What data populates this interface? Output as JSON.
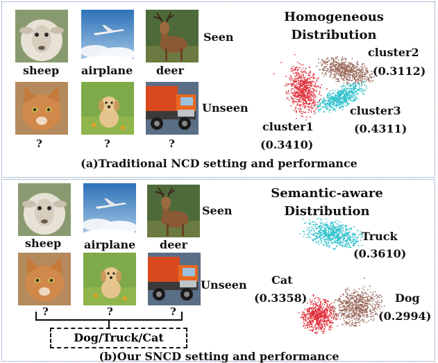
{
  "panel_a": {
    "seen_images": [
      {
        "icon": "sheep-photo",
        "label": "sheep"
      },
      {
        "icon": "airplane-photo",
        "label": "airplane"
      },
      {
        "icon": "deer-photo",
        "label": "deer"
      }
    ],
    "seen_label": "Seen",
    "unseen_images": [
      {
        "icon": "cat-photo",
        "label": "?"
      },
      {
        "icon": "dog-photo",
        "label": "?"
      },
      {
        "icon": "truck-photo",
        "label": "?"
      }
    ],
    "unseen_label": "Unseen",
    "dist_title_line1": "Homogeneous",
    "dist_title_line2": "Distribution",
    "clusters": [
      {
        "name": "cluster1",
        "score": "(0.3410)",
        "color": "#e0313c"
      },
      {
        "name": "cluster2",
        "score": "(0.3112)",
        "color": "#9a6a5c"
      },
      {
        "name": "cluster3",
        "score": "(0.4311)",
        "color": "#2ec0cc"
      }
    ],
    "caption": "(a)Traditional  NCD setting and performance"
  },
  "panel_b": {
    "seen_images": [
      {
        "icon": "sheep-photo",
        "label": "sheep"
      },
      {
        "icon": "airplane-photo",
        "label": "airplane"
      },
      {
        "icon": "deer-photo",
        "label": "deer"
      }
    ],
    "seen_label": "Seen",
    "unseen_images": [
      {
        "icon": "cat-photo",
        "label": "?"
      },
      {
        "icon": "dog-photo",
        "label": "?"
      },
      {
        "icon": "truck-photo",
        "label": "?"
      }
    ],
    "unseen_label": "Unseen",
    "group_label": "Dog/Truck/Cat",
    "dist_title_line1": "Semantic-aware",
    "dist_title_line2": "Distribution",
    "clusters": [
      {
        "name": "Truck",
        "score": "(0.3610)",
        "color": "#2ec0cc"
      },
      {
        "name": "Cat",
        "score": "(0.3358)",
        "color": "#e0313c"
      },
      {
        "name": "Dog",
        "score": "(0.2994)",
        "color": "#9a6a5c"
      }
    ],
    "caption": "(b)Our  SNCD setting and performance"
  }
}
